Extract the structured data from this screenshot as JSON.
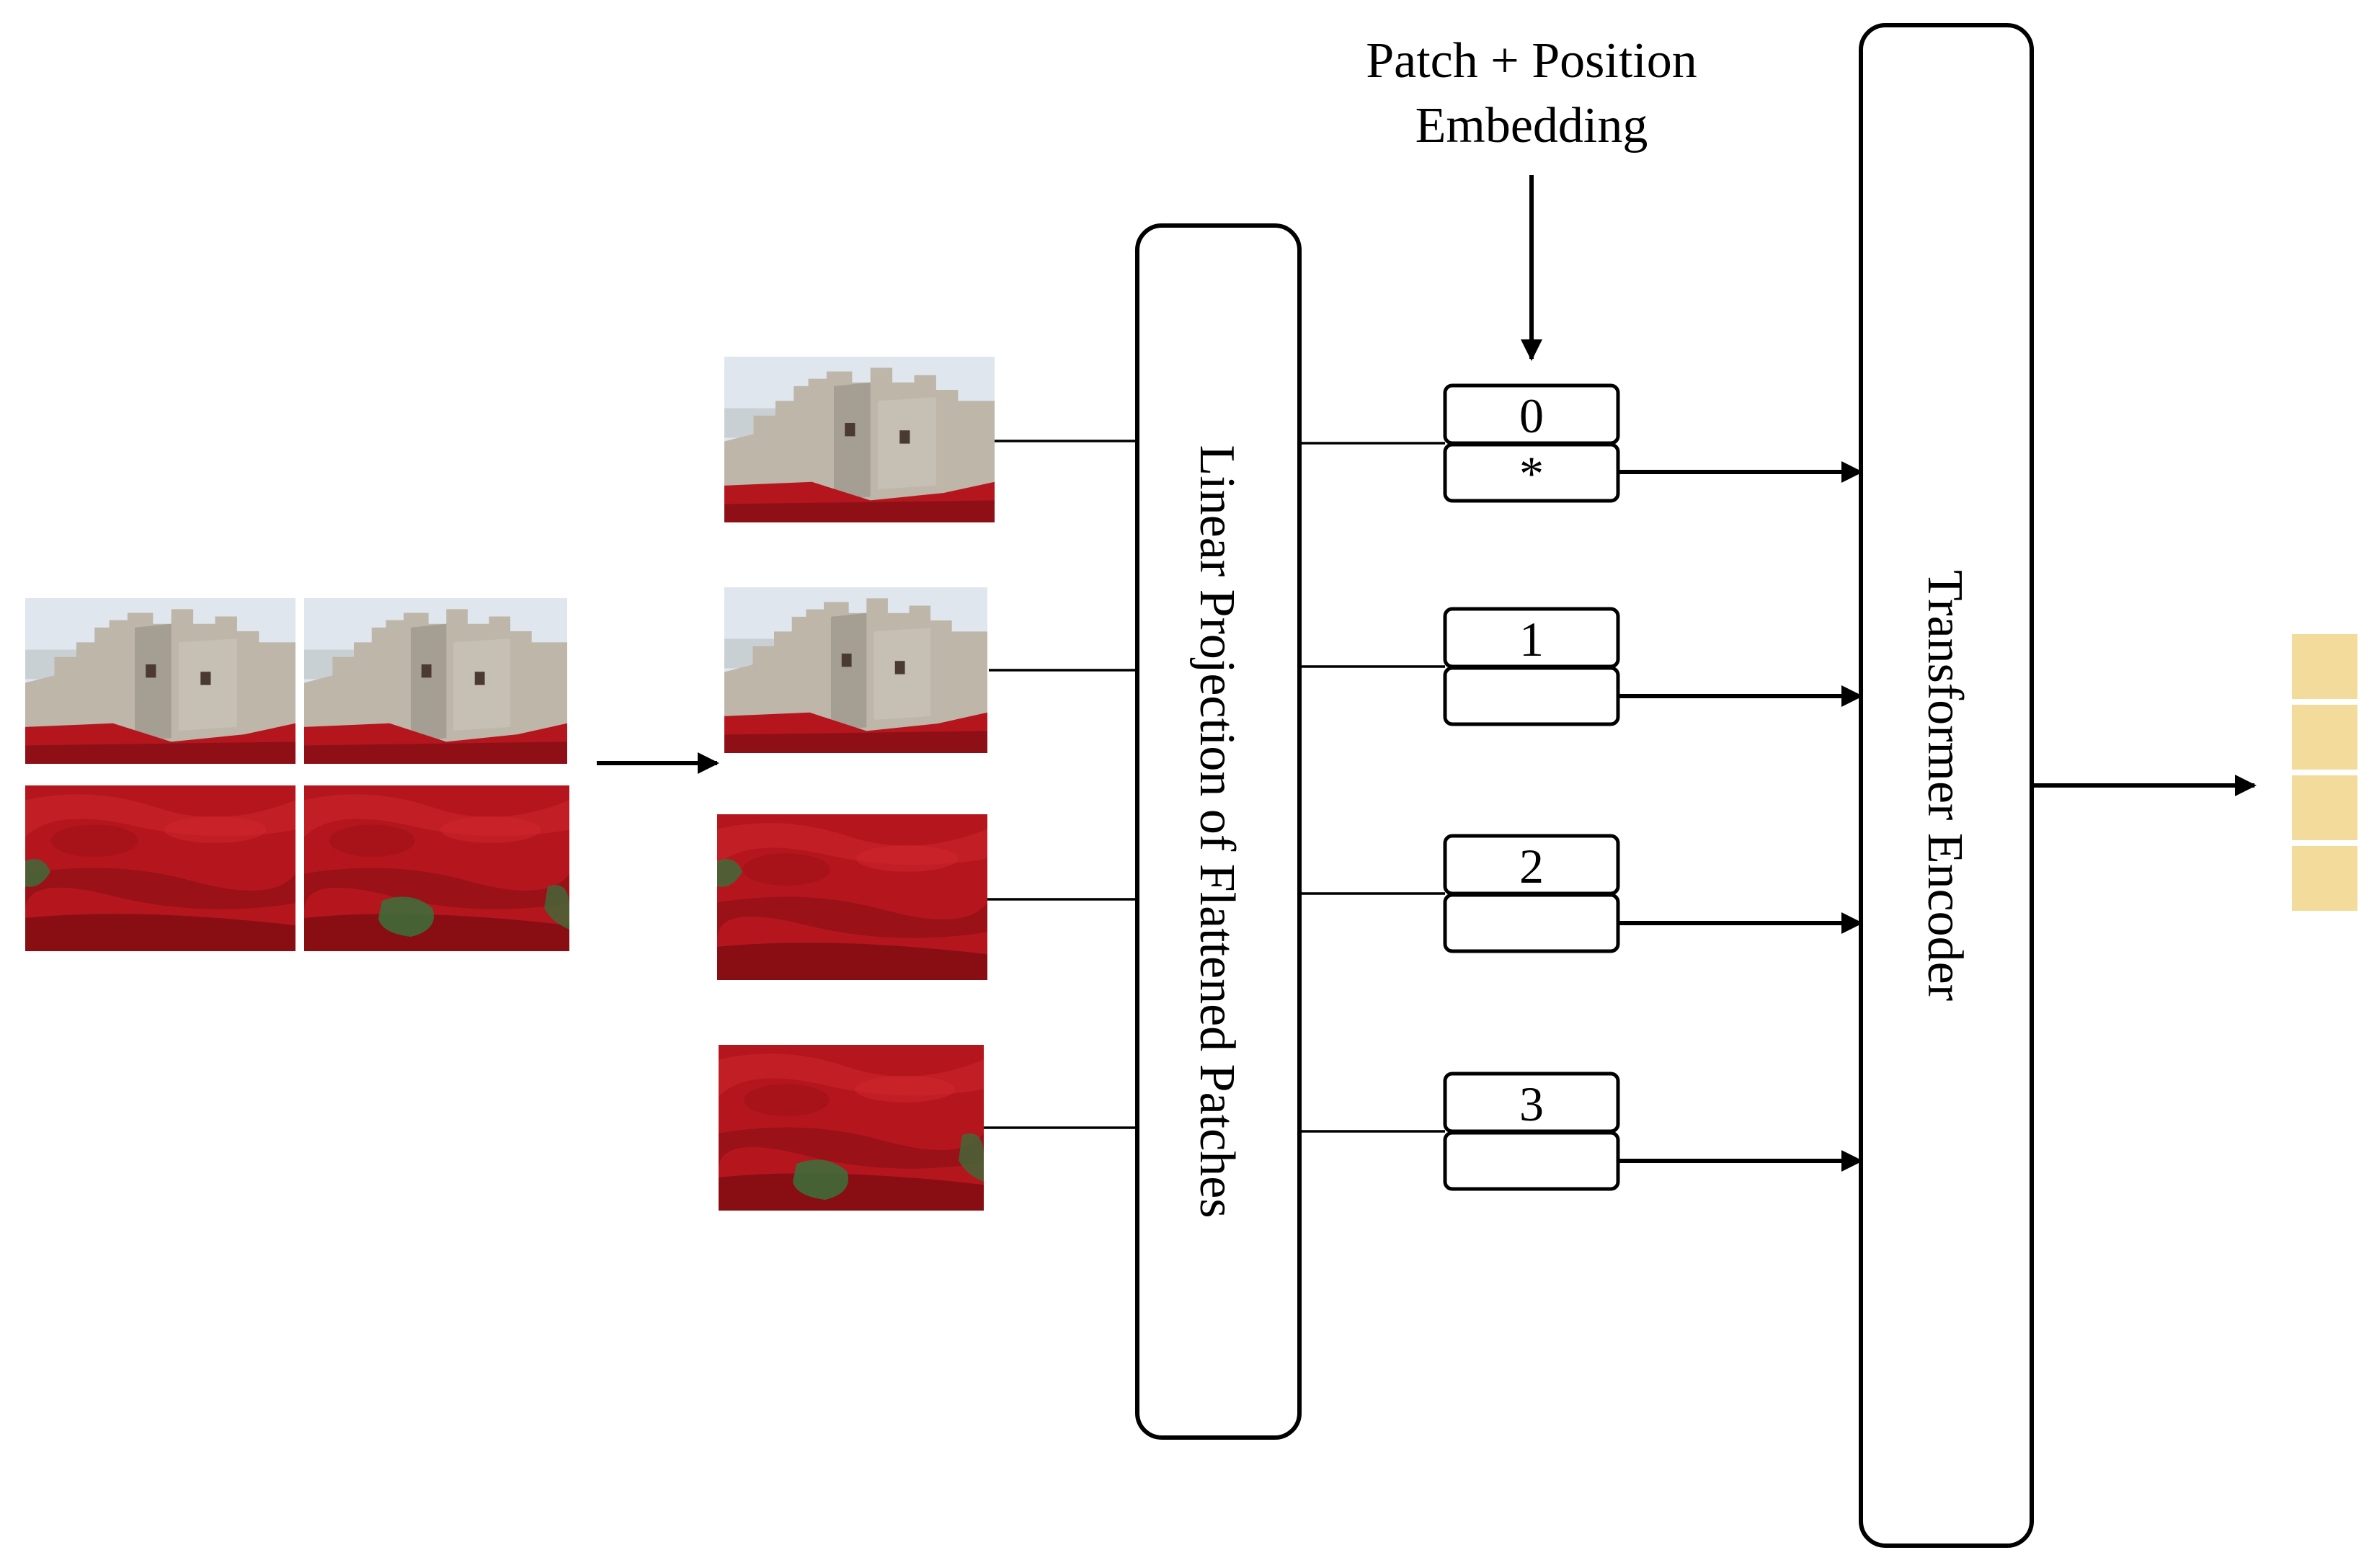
{
  "embedding": {
    "title_line1": "Patch + Position",
    "title_line2": "Embedding"
  },
  "projection": {
    "label": "Linear Projection of Flattened Patches"
  },
  "encoder": {
    "label": "Transformer Encoder"
  },
  "tokens": [
    {
      "position_label": "0",
      "embedding_label": "*"
    },
    {
      "position_label": "1",
      "embedding_label": ""
    },
    {
      "position_label": "2",
      "embedding_label": ""
    },
    {
      "position_label": "3",
      "embedding_label": ""
    }
  ],
  "input_image": {
    "patches": [
      {
        "name": "top-left",
        "scene": "fortress"
      },
      {
        "name": "top-right",
        "scene": "fortress"
      },
      {
        "name": "bottom-left",
        "scene": "poppy-field"
      },
      {
        "name": "bottom-right",
        "scene": "poppy-field"
      }
    ]
  },
  "output": {
    "cell_count": 4,
    "cell_color": "#f3dc9b"
  },
  "colors": {
    "stroke": "#000000",
    "sky": "#dfe6ee",
    "stone": "#b8b2a6",
    "poppy": "#b5161d",
    "poppy_dark": "#7d0d12",
    "grass": "#3f6b3a"
  }
}
